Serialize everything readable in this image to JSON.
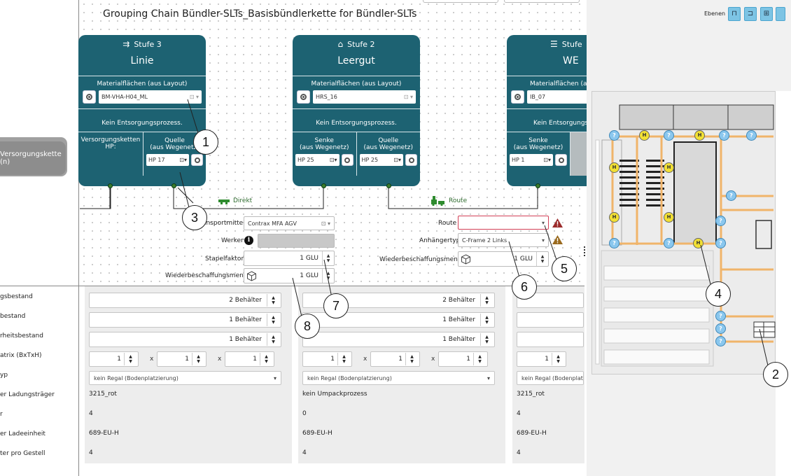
{
  "canvas": {
    "title": "Grouping Chain Bündler-SLTs_Basisbündlerkette for Bündler-SLTs"
  },
  "left": {
    "chain_node": "Versorgungskette (n)"
  },
  "stages": [
    {
      "stufe": "Stufe 3",
      "name": "Linie",
      "mat_title": "Materialflächen (aus Layout)",
      "mat_value": "BM-VHA-H04_ML",
      "dispose": "Kein Entsorgungsprozess.",
      "port_left": "Versorgungsketten HP:",
      "port_right_1": "Quelle",
      "port_right_2": "(aus Wegenetz)",
      "port_right_value": "HP 17"
    },
    {
      "stufe": "Stufe 2",
      "name": "Leergut",
      "mat_title": "Materialflächen (aus Layout)",
      "mat_value": "HRS_16",
      "dispose": "Kein Entsorgungsprozess.",
      "port_left_1": "Senke",
      "port_left_2": "(aus Wegenetz)",
      "port_left_value": "HP 25",
      "port_right_1": "Quelle",
      "port_right_2": "(aus Wegenetz)",
      "port_right_value": "HP 25"
    },
    {
      "stufe": "Stufe",
      "name": "WE",
      "mat_title": "Materialflächen (aus Layout)",
      "mat_value": "IB_07",
      "dispose": "Kein Entsorgungsprozess.",
      "port_left_1": "Senke",
      "port_left_2": "(aus Wegenetz)",
      "port_left_value": "HP 1"
    }
  ],
  "transport": {
    "direkt_label": "Direkt",
    "route_label": "Route",
    "transportmittel_label": "ansportmittel",
    "transportmittel_value": "Contrax MFA AGV",
    "werker_label": "Werker",
    "info_glyph": "i",
    "stapelfaktor_label": "Stapelfaktor",
    "stapelfaktor_value": "1 GLU",
    "wbm_label": "Wiederbeschaffungsmenge",
    "wbm_value": "1 GLU",
    "route_field_label": "Route",
    "anhaenger_label": "Anhängertyp",
    "anhaenger_value": "C-Frame 2 Links",
    "wbm2_label": "Wiederbeschaffungsmenge",
    "wbm2_value": "1 GLU"
  },
  "table": {
    "row_labels": [
      "gsbestand",
      "bestand",
      "rheitsbestand",
      "atrix (BxTxH)",
      "yp",
      "er Ladungsträger",
      "r",
      "er Ladeeinheit",
      "ter pro Gestell"
    ],
    "columns": [
      {
        "r1": "2 Behälter",
        "r2": "1 Behälter",
        "r3": "1 Behälter",
        "b": "1",
        "t": "1",
        "h": "1",
        "x1": "x",
        "x2": "x",
        "regal": "kein Regal (Bodenplatzierung)",
        "lt": "3215_rot",
        "n": "4",
        "le": "689-EU-H",
        "pg": "4"
      },
      {
        "r1": "2 Behälter",
        "r2": "1 Behälter",
        "r3": "1 Behälter",
        "b": "1",
        "t": "1",
        "h": "1",
        "x1": "x",
        "x2": "x",
        "regal": "kein Regal (Bodenplatzierung)",
        "lt": "kein Umpackprozess",
        "n": "0",
        "le": "689-EU-H",
        "pg": "4"
      },
      {
        "b": "1",
        "regal": "kein Regal (Bodenplatzierung)",
        "lt": "3215_rot",
        "n": "4",
        "le": "689-EU-H",
        "pg": "4"
      }
    ]
  },
  "right_panel": {
    "ebenen_label": "Ebenen",
    "h_glyph": "H",
    "q_glyph": "?"
  },
  "callouts": [
    "1",
    "2",
    "3",
    "4",
    "5",
    "6",
    "7",
    "8"
  ],
  "colors": {
    "stage": "#1d6272",
    "connector": "#3c7d2f",
    "map_arrow": "#f0b46a",
    "layer_button": "#7dc4e4",
    "warning": "#9b2b2b"
  }
}
